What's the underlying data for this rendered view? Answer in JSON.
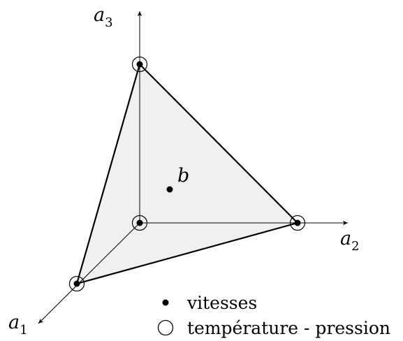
{
  "axes": {
    "a1": {
      "base": "a",
      "sub": "1"
    },
    "a2": {
      "base": "a",
      "sub": "2"
    },
    "a3": {
      "base": "a",
      "sub": "3"
    }
  },
  "point_label": "b",
  "legend": {
    "dot_label": "vitesses",
    "circle_label": "température - pression"
  },
  "colors": {
    "fill": "#f0f0f0",
    "line": "#000000"
  }
}
